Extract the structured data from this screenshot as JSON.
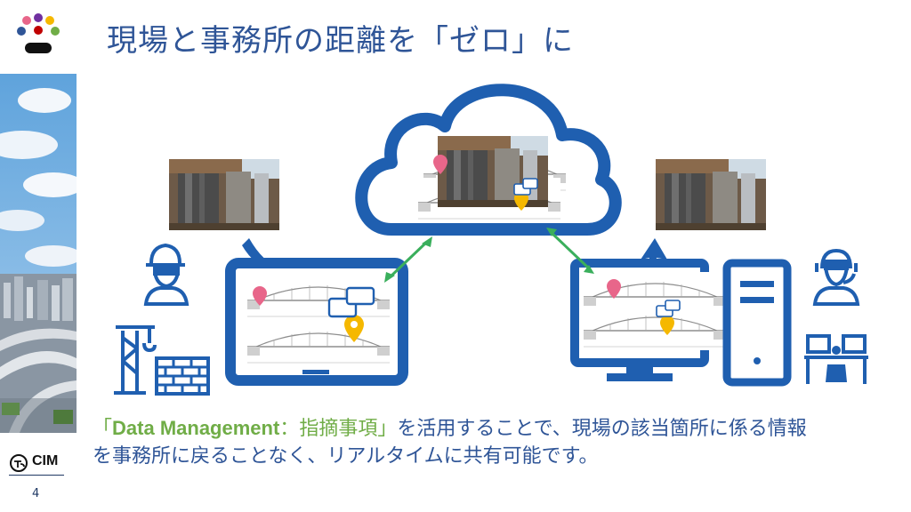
{
  "slide": {
    "title": "現場と事務所の距離を「ゼロ」に",
    "page_number": "4"
  },
  "brand": {
    "logo_text": "CIM"
  },
  "caption": {
    "open_bracket": "「",
    "product": "Data Management",
    "colon": "：",
    "feature": "指摘事項",
    "close_bracket": "」",
    "line1_rest": "を活用することで、現場の該当箇所に係る情報",
    "line2": "を事務所に戻ることなく、リアルタイムに共有可能です。"
  },
  "colors": {
    "primary_blue": "#1f5fb0",
    "title_blue": "#2f5597",
    "green": "#70ad47",
    "arrow_green": "#3aaf5c",
    "pin_pink": "#e8668a",
    "pin_yellow": "#f5b800"
  },
  "icons": [
    "worker-hardhat-icon",
    "crane-icon",
    "brick-wall-icon",
    "tablet-icon",
    "cloud-icon",
    "desktop-monitor-icon",
    "pc-tower-icon",
    "operator-headset-icon",
    "meeting-desks-icon",
    "location-pin-icon",
    "comment-icon"
  ]
}
